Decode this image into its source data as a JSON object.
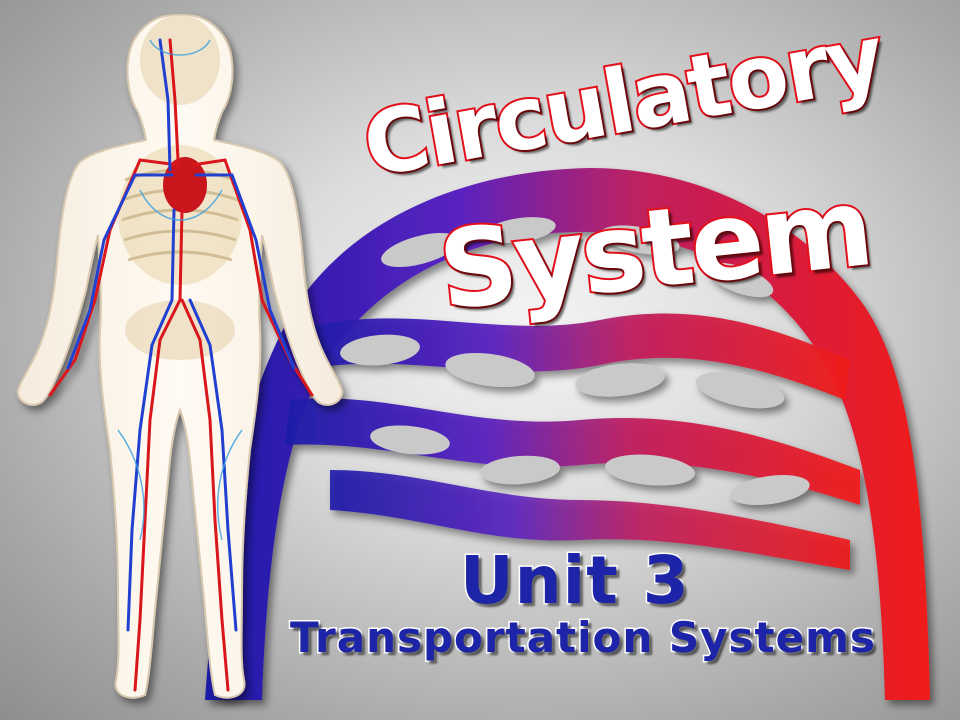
{
  "slide": {
    "title_line1": "Circulatory",
    "title_line2": "System",
    "unit_label": "Unit 3",
    "unit_subtitle": "Transportation Systems"
  },
  "colors": {
    "vein_blue": "#2a22b8",
    "artery_red": "#e3101c",
    "title_fill": "#ffffff",
    "title_outline": "#e3101c",
    "unit_text": "#1d24a8",
    "background": "#bdbdbd"
  },
  "illustrations": [
    "human-circulatory-anatomy-illustration",
    "capillary-network-arch-illustration"
  ]
}
